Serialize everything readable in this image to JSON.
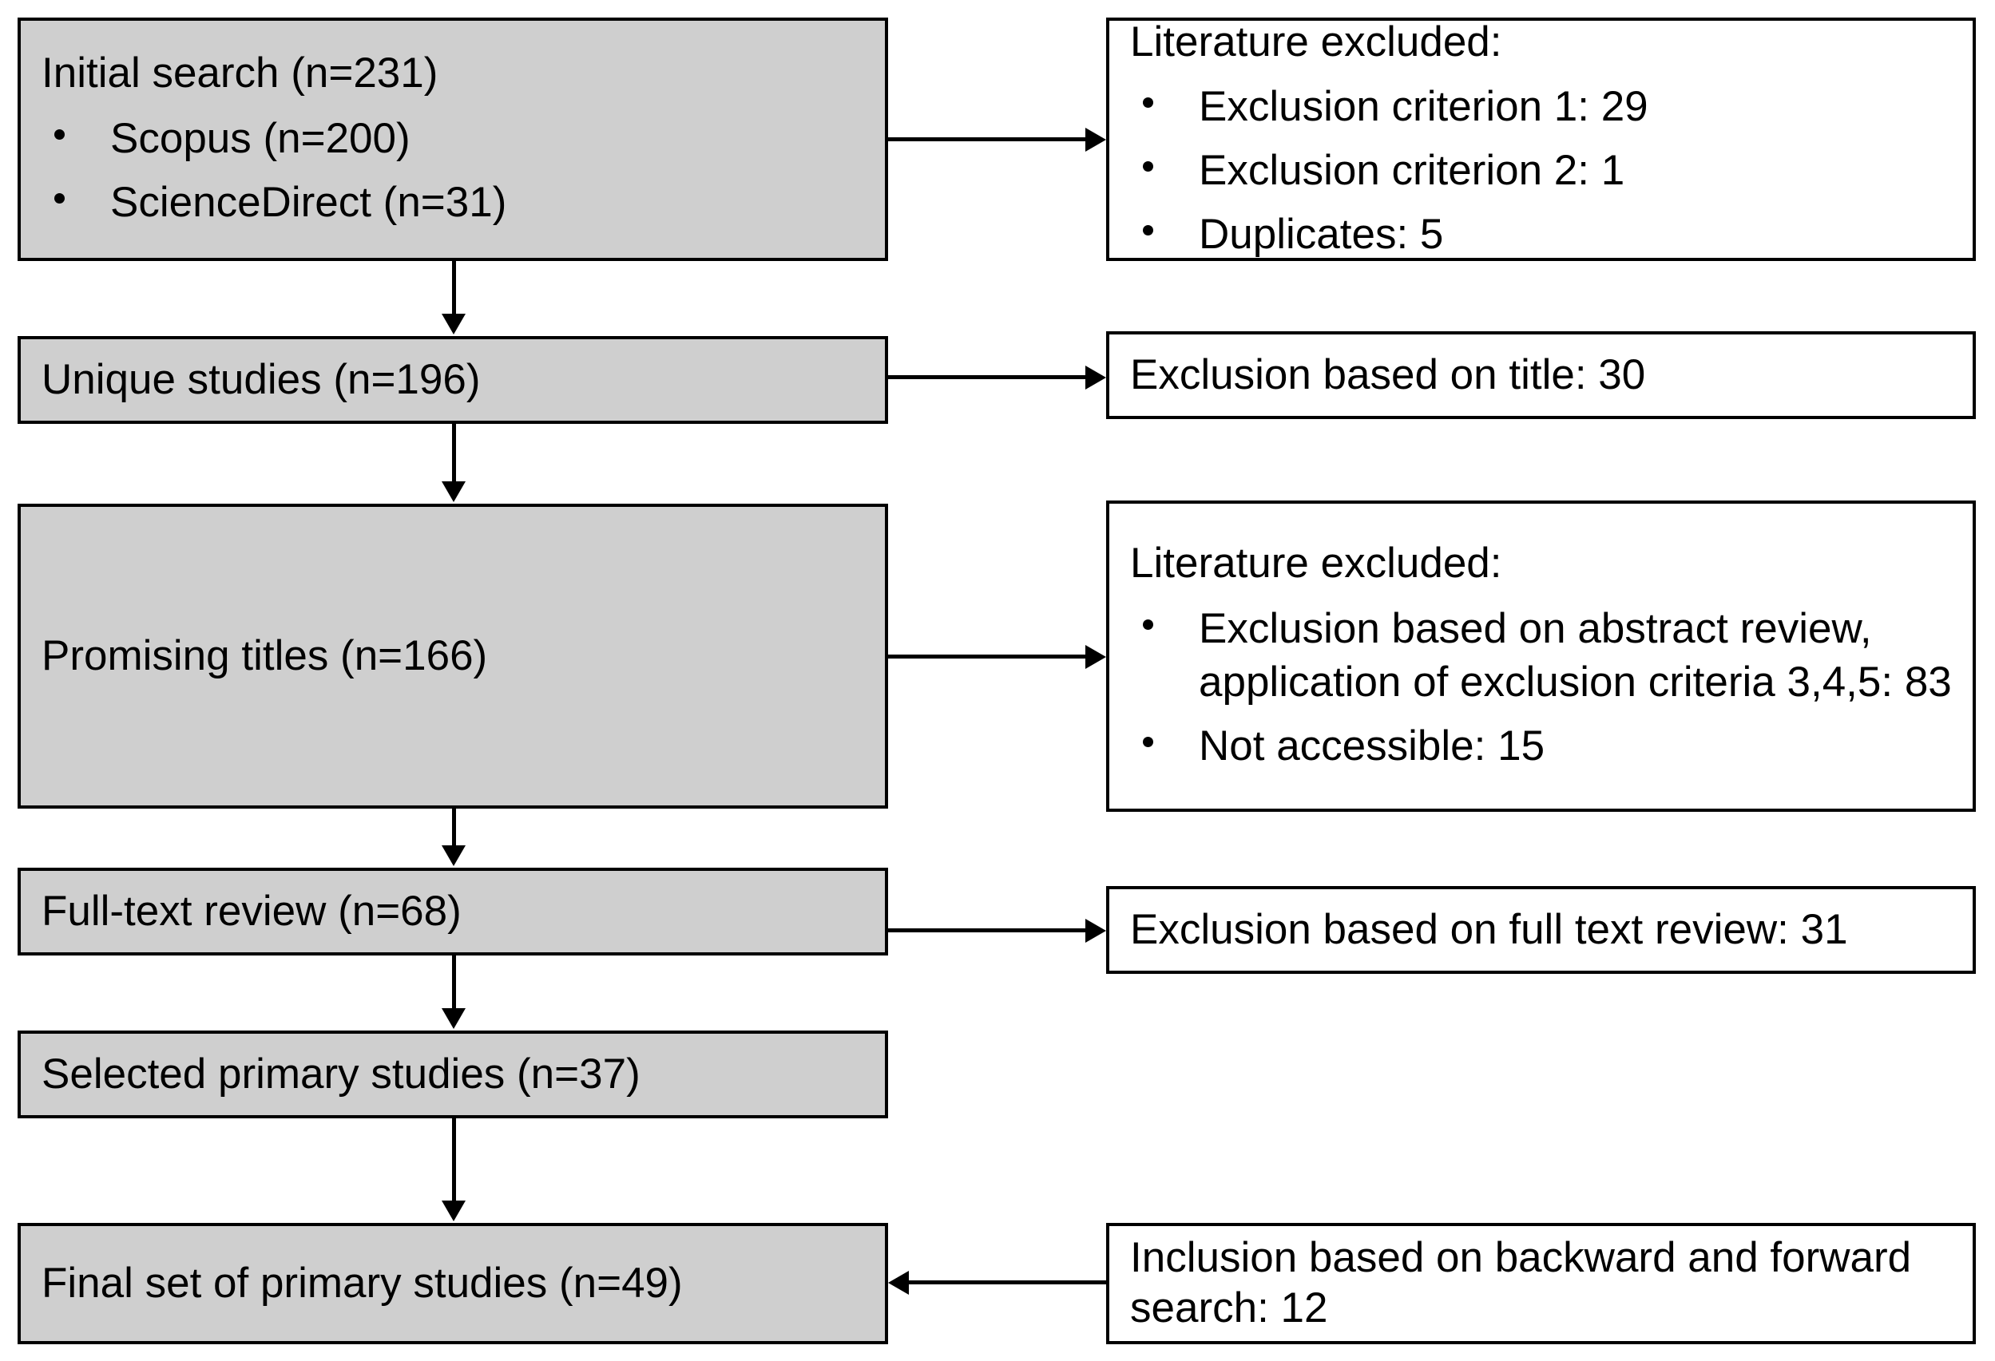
{
  "diagram": {
    "type": "prisma-flow-diagram",
    "colors": {
      "node_fill_gray": "#cfcfcf",
      "node_fill_white": "#ffffff",
      "border": "#000000",
      "text": "#000000"
    },
    "left_column": [
      {
        "id": "initial-search",
        "title": "Initial search (n=231)",
        "bullets": [
          "Scopus (n=200)",
          "ScienceDirect (n=31)"
        ]
      },
      {
        "id": "unique-studies",
        "title": "Unique studies (n=196)",
        "bullets": []
      },
      {
        "id": "promising-titles",
        "title": "Promising titles (n=166)",
        "bullets": []
      },
      {
        "id": "full-text-review",
        "title": "Full-text review (n=68)",
        "bullets": []
      },
      {
        "id": "selected-primary-studies",
        "title": "Selected primary studies (n=37)",
        "bullets": []
      },
      {
        "id": "final-primary-studies",
        "title": "Final set of primary studies (n=49)",
        "bullets": []
      }
    ],
    "right_column": [
      {
        "id": "literature-excluded-1",
        "title": "Literature excluded:",
        "bullets": [
          "Exclusion criterion 1: 29",
          "Exclusion criterion 2: 1",
          "Duplicates: 5"
        ]
      },
      {
        "id": "exclusion-title",
        "title": "Exclusion based on title: 30",
        "bullets": []
      },
      {
        "id": "literature-excluded-2",
        "title": "Literature excluded:",
        "bullets": [
          "Exclusion based on abstract review, application of exclusion criteria 3,4,5: 83",
          "Not accessible: 15"
        ]
      },
      {
        "id": "exclusion-full-text",
        "title": "Exclusion based on full text review: 31",
        "bullets": []
      },
      {
        "id": "inclusion-backward-forward",
        "title": "Inclusion based on backward and forward search: 12",
        "bullets": []
      }
    ],
    "counts": {
      "initial_search": 231,
      "scopus": 200,
      "sciencedirect": 31,
      "exclusion_criterion_1": 29,
      "exclusion_criterion_2": 1,
      "duplicates": 5,
      "unique_studies": 196,
      "excluded_by_title": 30,
      "promising_titles": 166,
      "excluded_by_abstract": 83,
      "not_accessible": 15,
      "full_text_review": 68,
      "excluded_by_full_text": 31,
      "selected_primary_studies": 37,
      "included_backward_forward": 12,
      "final_primary_studies": 49
    }
  }
}
